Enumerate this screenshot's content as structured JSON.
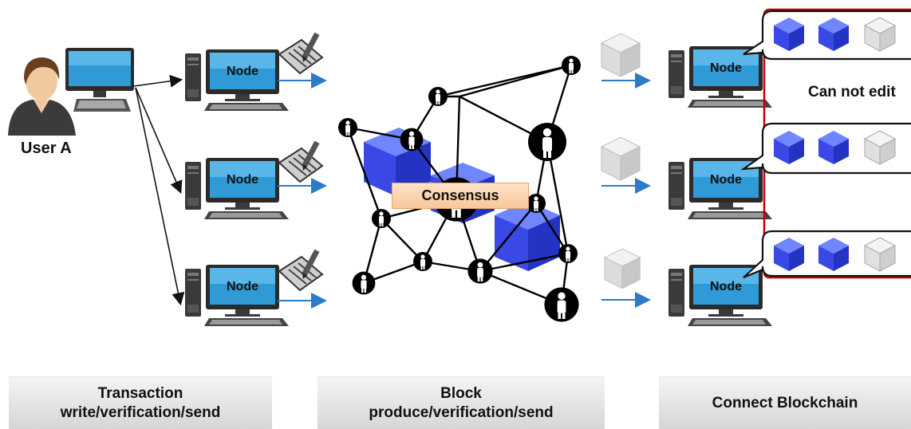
{
  "user": {
    "label": "User A"
  },
  "nodes": {
    "label": "Node"
  },
  "consensus": {
    "label": "Consensus"
  },
  "ledger": {
    "note": "Can not edit"
  },
  "footer": {
    "transaction": {
      "line1": "Transaction",
      "line2": "write/verification/send"
    },
    "block": {
      "line1": "Block",
      "line2": "produce/verification/send"
    },
    "connect": {
      "line1": "Connect Blockchain"
    }
  },
  "colors": {
    "arrow_blue": "#2a7bc8",
    "block_blue": "#3a49e6",
    "ledger_border": "#c00000",
    "footer_bg": "#e3e3e3",
    "consensus_bg": "#fbd6b0"
  },
  "icons": [
    "user-avatar-icon",
    "desktop-computer-icon",
    "document-pencil-icon",
    "network-person-icon",
    "cube-block-icon"
  ]
}
